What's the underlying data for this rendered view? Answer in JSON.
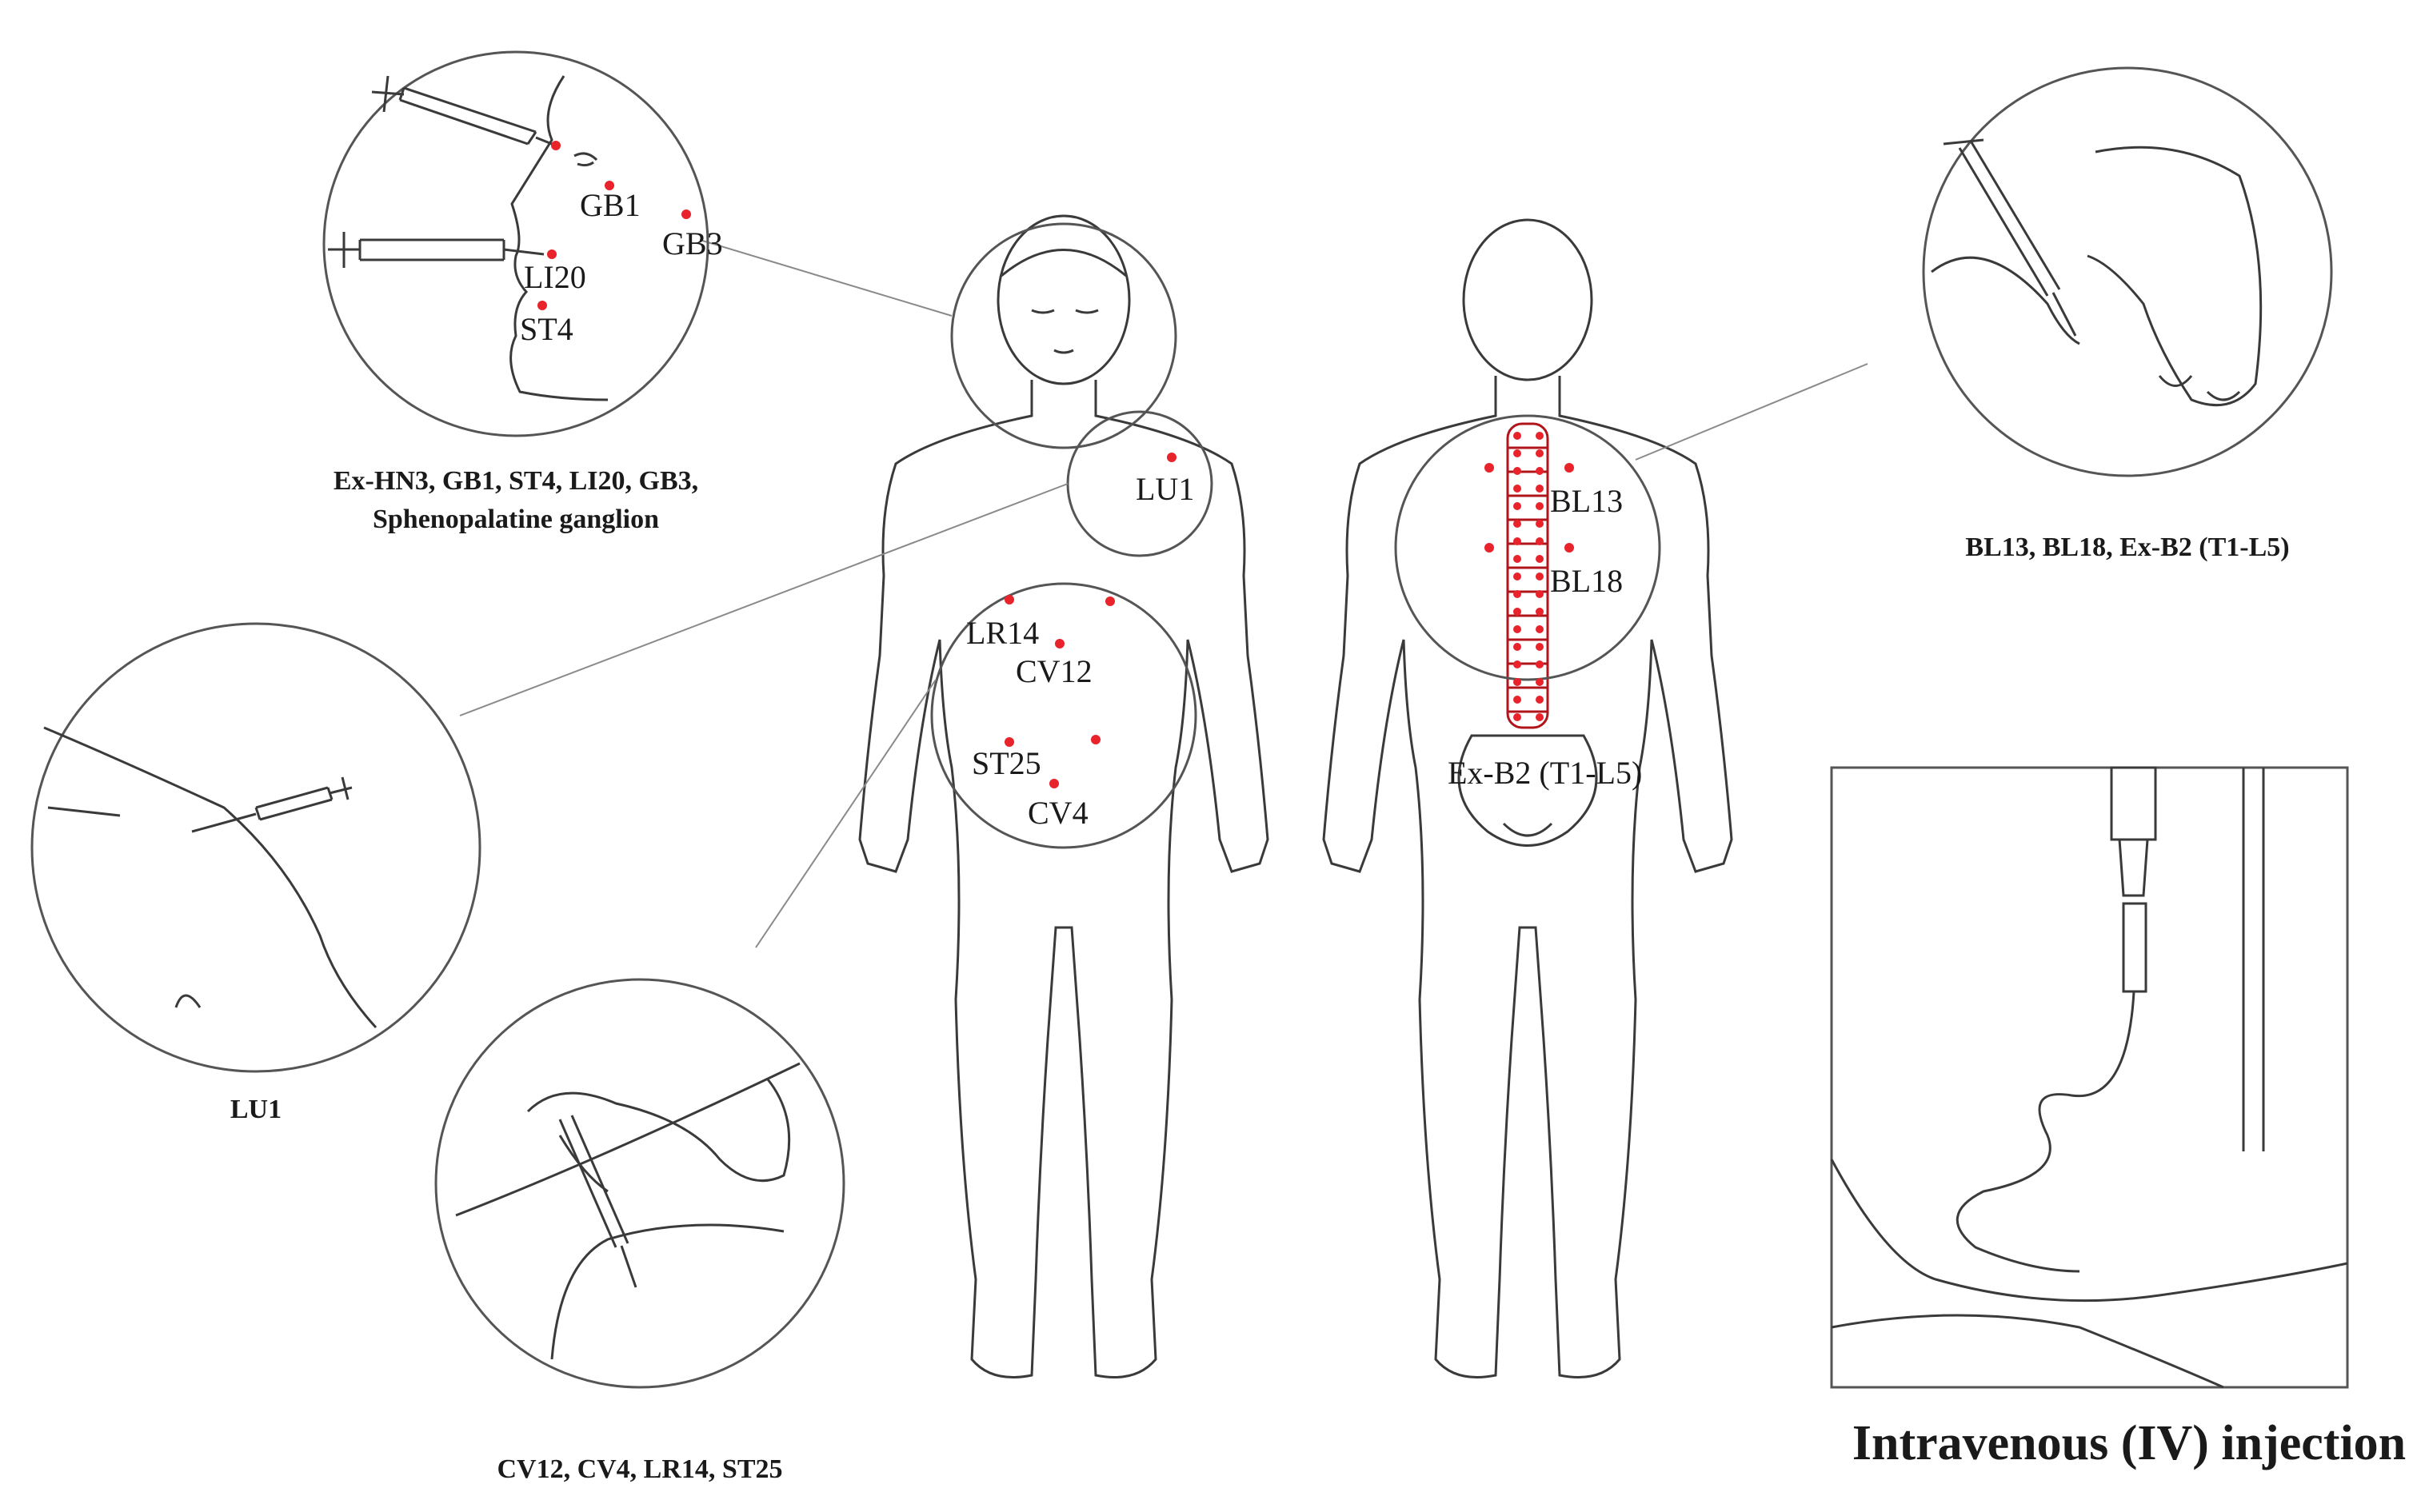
{
  "points": {
    "gb1": "GB1",
    "gb3": "GB3",
    "li20": "LI20",
    "st4": "ST4",
    "lu1": "LU1",
    "lr14": "LR14",
    "cv12": "CV12",
    "st25": "ST25",
    "cv4": "CV4",
    "bl13": "BL13",
    "bl18": "BL18",
    "exb2": "Ex-B2 (T1-L5)"
  },
  "captions": {
    "face_line1": "Ex-HN3, GB1, ST4, LI20, GB3,",
    "face_line2": "Sphenopalatine ganglion",
    "shoulder": "LU1",
    "abdomen": "CV12, CV4, LR14, ST25",
    "back": "BL13, BL18, Ex-B2 (T1-L5)",
    "iv": "Intravenous (IV) injection"
  },
  "colors": {
    "acupoint": "#e8232b",
    "lines": "#3a3a3a"
  }
}
